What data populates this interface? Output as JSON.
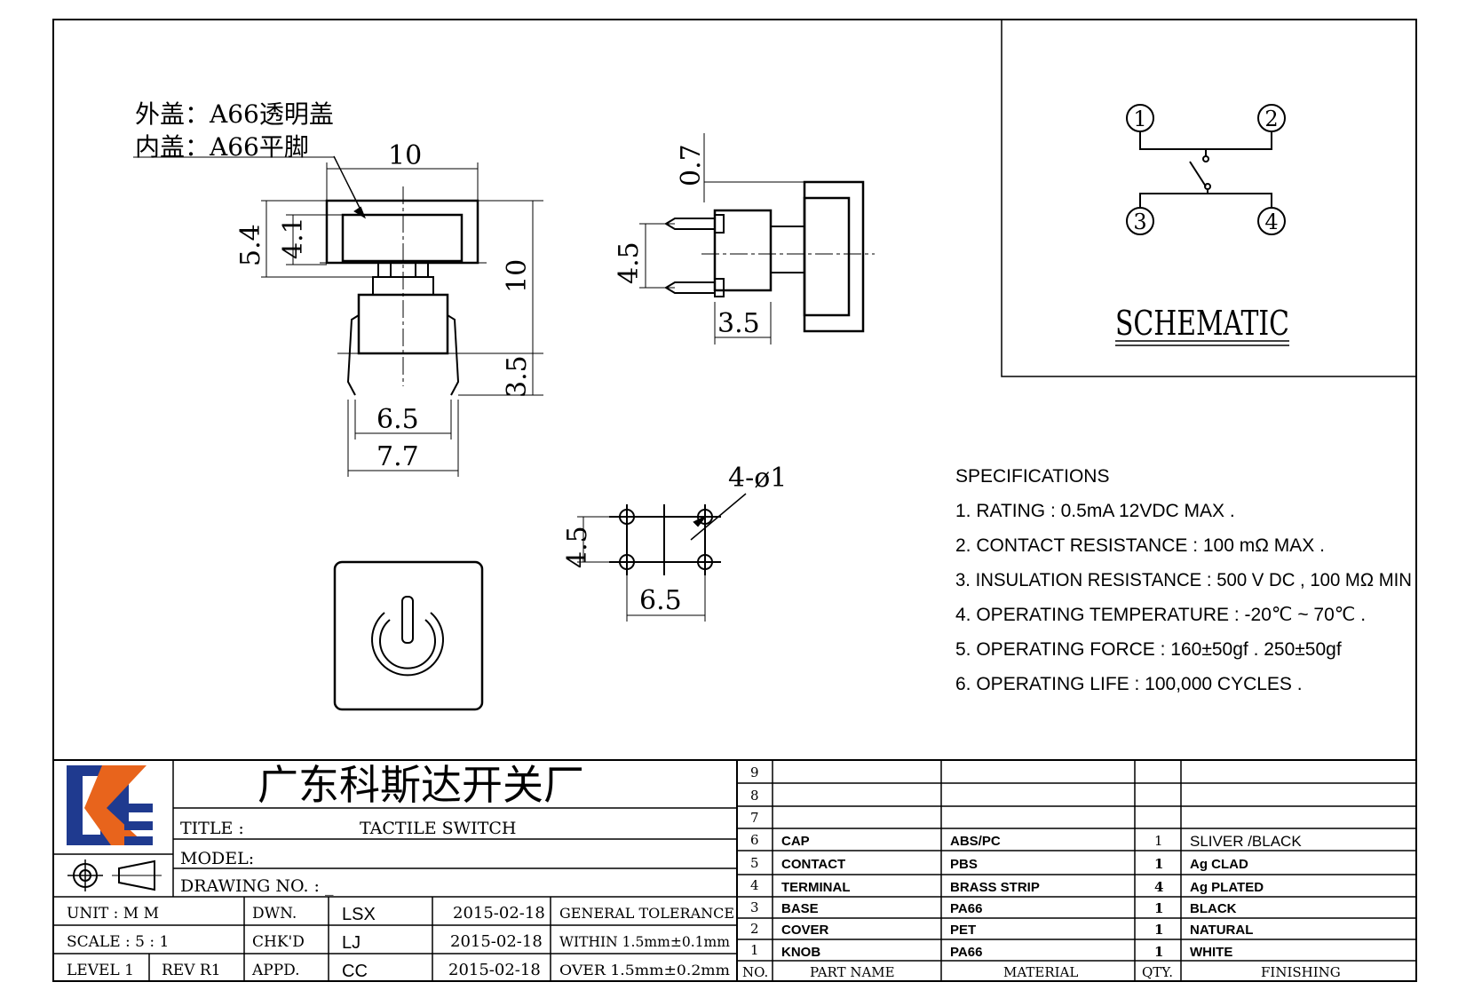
{
  "drawing": {
    "note_outer_cap": "外盖：A66透明盖",
    "note_inner_cap": "内盖：A66平脚",
    "dims": {
      "d10_top": "10",
      "d5_4": "5.4",
      "d4_1": "4.1",
      "d10_side": "10",
      "d3_5_right": "3.5",
      "d6_5_bottom": "6.5",
      "d7_7": "7.7",
      "d0_7": "0.7",
      "d4_5_side": "4.5",
      "d3_5_side": "3.5",
      "holes": "4-ø1",
      "d4_5_pcb": "4.5",
      "d6_5_pcb": "6.5"
    }
  },
  "schematic": {
    "title": "SCHEMATIC",
    "pins": [
      "1",
      "2",
      "3",
      "4"
    ]
  },
  "specifications": {
    "heading": "SPECIFICATIONS",
    "items": [
      "1. RATING : 0.5mA 12VDC MAX .",
      "2. CONTACT RESISTANCE : 100 mΩ MAX .",
      "3. INSULATION RESISTANCE : 500 V DC , 100 MΩ MIN",
      "4. OPERATING TEMPERATURE : -20℃ ~ 70℃ .",
      "5. OPERATING FORCE : 160±50gf . 250±50gf",
      "6. OPERATING LIFE : 100,000 CYCLES ."
    ]
  },
  "title_block": {
    "company": "广东科斯达开关厂",
    "title_label": "TITLE :",
    "title_value": "TACTILE SWITCH",
    "model_label": "MODEL:",
    "drawing_no_label": "DRAWING NO. : _",
    "unit": "UNIT    :    M M",
    "scale": "SCALE   :   5 : 1",
    "level": "LEVEL 1",
    "rev": "REV   R1",
    "dwn_label": "DWN.",
    "dwn_name": "LSX",
    "dwn_date": "2015-02-18",
    "chk_label": "CHK'D",
    "chk_name": "LJ",
    "chk_date": "2015-02-18",
    "appd_label": "APPD.",
    "appd_name": "CC",
    "appd_date": "2015-02-18",
    "tol_general": "GENERAL TOLERANCE",
    "tol_within": "WITHIN 1.5mm±0.1mm",
    "tol_over": "OVER   1.5mm±0.2mm"
  },
  "bom": {
    "headers": {
      "no": "NO.",
      "part": "PART  NAME",
      "material": "MATERIAL",
      "qty": "QTY.",
      "finish": "FINISHING"
    },
    "empty_rows": [
      "9",
      "8",
      "7"
    ],
    "rows": [
      {
        "no": "6",
        "part": "CAP",
        "material": "ABS/PC",
        "qty": "1",
        "finish": "SLIVER /BLACK"
      },
      {
        "no": "5",
        "part": "CONTACT",
        "material": "PBS",
        "qty": "1",
        "finish": "Ag CLAD"
      },
      {
        "no": "4",
        "part": "TERMINAL",
        "material": "BRASS STRIP",
        "qty": "4",
        "finish": "Ag PLATED"
      },
      {
        "no": "3",
        "part": "BASE",
        "material": "PA66",
        "qty": "1",
        "finish": "BLACK"
      },
      {
        "no": "2",
        "part": "COVER",
        "material": "PET",
        "qty": "1",
        "finish": "NATURAL"
      },
      {
        "no": "1",
        "part": "KNOB",
        "material": "PA66",
        "qty": "1",
        "finish": "WHITE"
      }
    ]
  },
  "colors": {
    "logo_blue": "#1f3a8f",
    "logo_orange": "#e8641c",
    "line": "#000000"
  }
}
